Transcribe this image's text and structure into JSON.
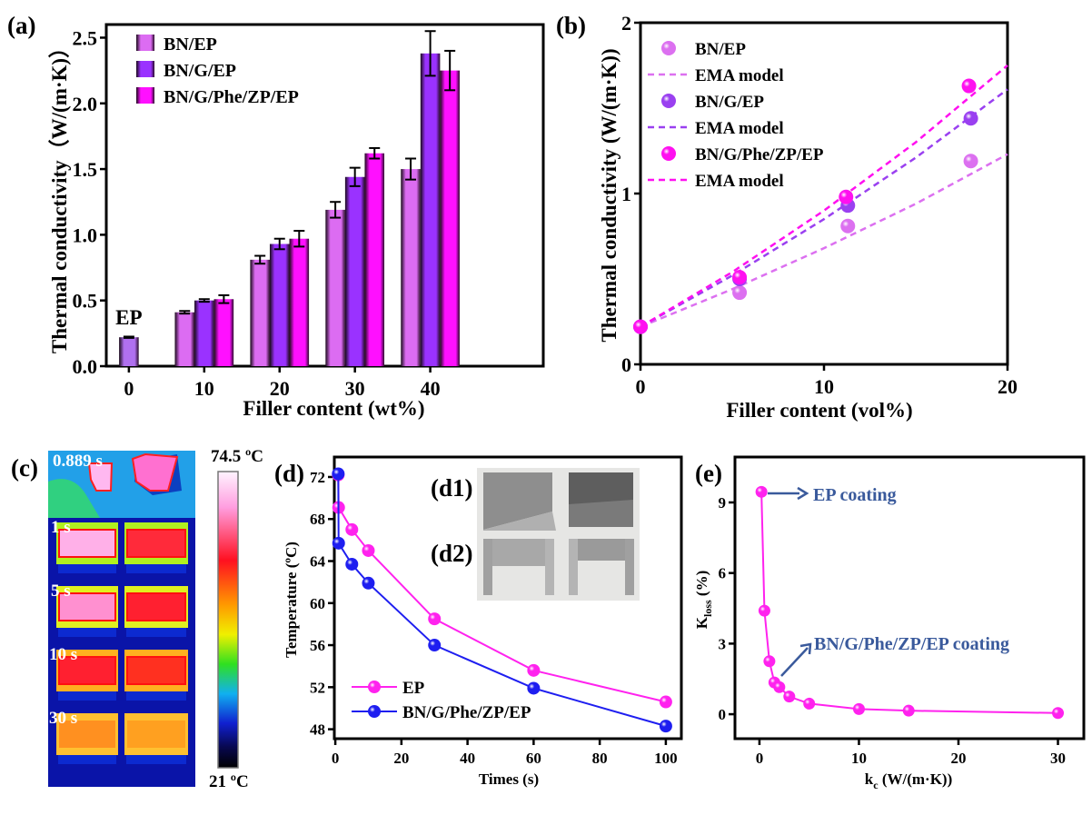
{
  "figure": {
    "panel_labels": [
      "(a)",
      "(b)",
      "(c)",
      "(d)",
      "(e)"
    ]
  },
  "thermal_panel": {
    "time_labels": [
      "0.889 s",
      "1 s",
      "5 s",
      "10 s",
      "30 s"
    ],
    "colorbar_max": "74.5 ºC",
    "colorbar_min": "21 ºC"
  },
  "inset": {
    "label_1": "(d1)",
    "label_2": "(d2)"
  },
  "chart_data": [
    {
      "id": "a",
      "type": "bar",
      "title": "",
      "xlabel": "Filler content (wt%)",
      "ylabel": "Thermal conductivity（W/(m·K)）",
      "xlim": [
        -3,
        55
      ],
      "ylim": [
        0,
        2.6
      ],
      "xticks": [
        0,
        10,
        20,
        30,
        40
      ],
      "yticks": [
        "0.0",
        "0.5",
        "1.0",
        "1.5",
        "2.0",
        "2.5"
      ],
      "annotation": "EP",
      "base": {
        "name": "EP",
        "x": 0,
        "value": 0.22,
        "error": 0.005,
        "color": "#b070f0"
      },
      "categories": [
        10,
        20,
        30,
        40
      ],
      "legend_position": "top-left",
      "series": [
        {
          "name": "BN/EP",
          "color": "#dc6cf2",
          "values": [
            0.41,
            0.81,
            1.19,
            1.5
          ],
          "errors": [
            0.01,
            0.03,
            0.06,
            0.08
          ]
        },
        {
          "name": "BN/G/EP",
          "color": "#9a32ff",
          "values": [
            0.5,
            0.93,
            1.44,
            2.38
          ],
          "errors": [
            0.01,
            0.04,
            0.07,
            0.17
          ]
        },
        {
          "name": "BN/G/Phe/ZP/EP",
          "color": "#ff10ff",
          "values": [
            0.51,
            0.97,
            1.62,
            2.25
          ],
          "errors": [
            0.03,
            0.06,
            0.04,
            0.15
          ]
        }
      ]
    },
    {
      "id": "b",
      "type": "scatter",
      "title": "",
      "xlabel": "Filler content (vol%)",
      "ylabel": "Thermal conductivity (W/(m·K))",
      "xlim": [
        0,
        20
      ],
      "ylim": [
        0,
        2
      ],
      "xticks": [
        0,
        10,
        20
      ],
      "yticks": [
        0,
        1,
        2
      ],
      "legend_position": "top-left",
      "series": [
        {
          "name": "BN/EP",
          "color": "#dc70f0",
          "x": [
            0,
            5.4,
            11.3,
            18.0
          ],
          "y": [
            0.22,
            0.42,
            0.81,
            1.19
          ],
          "model": {
            "name": "EMA model",
            "x": [
              0,
              5,
              10,
              15,
              20
            ],
            "y": [
              0.22,
              0.44,
              0.68,
              0.94,
              1.23
            ]
          }
        },
        {
          "name": "BN/G/EP",
          "color": "#9a40f0",
          "x": [
            0,
            5.4,
            11.3,
            18.0
          ],
          "y": [
            0.22,
            0.5,
            0.93,
            1.44
          ],
          "model": {
            "name": "EMA model",
            "x": [
              0,
              5,
              10,
              15,
              20
            ],
            "y": [
              0.22,
              0.52,
              0.85,
              1.21,
              1.61
            ]
          }
        },
        {
          "name": "BN/G/Phe/ZP/EP",
          "color": "#ff10f0",
          "x": [
            0,
            5.4,
            11.2,
            17.9
          ],
          "y": [
            0.22,
            0.51,
            0.98,
            1.63
          ],
          "model": {
            "name": "EMA model",
            "x": [
              0,
              5,
              10,
              15,
              20
            ],
            "y": [
              0.22,
              0.54,
              0.9,
              1.3,
              1.75
            ]
          }
        }
      ]
    },
    {
      "id": "d",
      "type": "line",
      "title": "",
      "xlabel": "Times (s)",
      "ylabel": "Temperature (ºC)",
      "xlim": [
        -0.3,
        104.7
      ],
      "ylim": [
        47.1,
        73.9
      ],
      "xticks": [
        0,
        20,
        40,
        60,
        80,
        100
      ],
      "yticks": [
        48,
        52,
        56,
        60,
        64,
        68,
        72
      ],
      "legend_position": "bottom-left",
      "series": [
        {
          "name": "EP",
          "color": "#ff22ee",
          "x": [
            0.889,
            1,
            5,
            10,
            30,
            60,
            100
          ],
          "y": [
            72.2,
            69.1,
            67.0,
            65.0,
            58.5,
            53.6,
            50.6
          ]
        },
        {
          "name": "BN/G/Phe/ZP/EP",
          "color": "#1e1ef0",
          "x": [
            0.889,
            1,
            5,
            10,
            30,
            60,
            100
          ],
          "y": [
            72.3,
            65.7,
            63.7,
            61.9,
            56.0,
            51.9,
            48.3
          ]
        }
      ]
    },
    {
      "id": "e",
      "type": "line",
      "title": "",
      "xlabel": "k",
      "xlabel_sub": "c",
      "xlabel_rest": " (W/(m·K))",
      "ylabel": "K",
      "ylabel_sub": "loss",
      "ylabel_rest": " (%)",
      "xlim": [
        -2.46,
        32.6
      ],
      "ylim": [
        -1.04,
        10.93
      ],
      "xticks": [
        0,
        10,
        20,
        30
      ],
      "yticks": [
        0,
        3,
        6,
        9
      ],
      "annotations": [
        "EP coating",
        "BN/G/Phe/ZP/EP coating"
      ],
      "annotation_color": "#3a5a9c",
      "series": [
        {
          "name": "Kloss",
          "color": "#ff22ee",
          "x": [
            0.2,
            0.5,
            1,
            1.5,
            2,
            3,
            5,
            10,
            15,
            30
          ],
          "y": [
            9.45,
            4.4,
            2.25,
            1.35,
            1.15,
            0.75,
            0.45,
            0.22,
            0.15,
            0.05
          ]
        }
      ]
    }
  ]
}
